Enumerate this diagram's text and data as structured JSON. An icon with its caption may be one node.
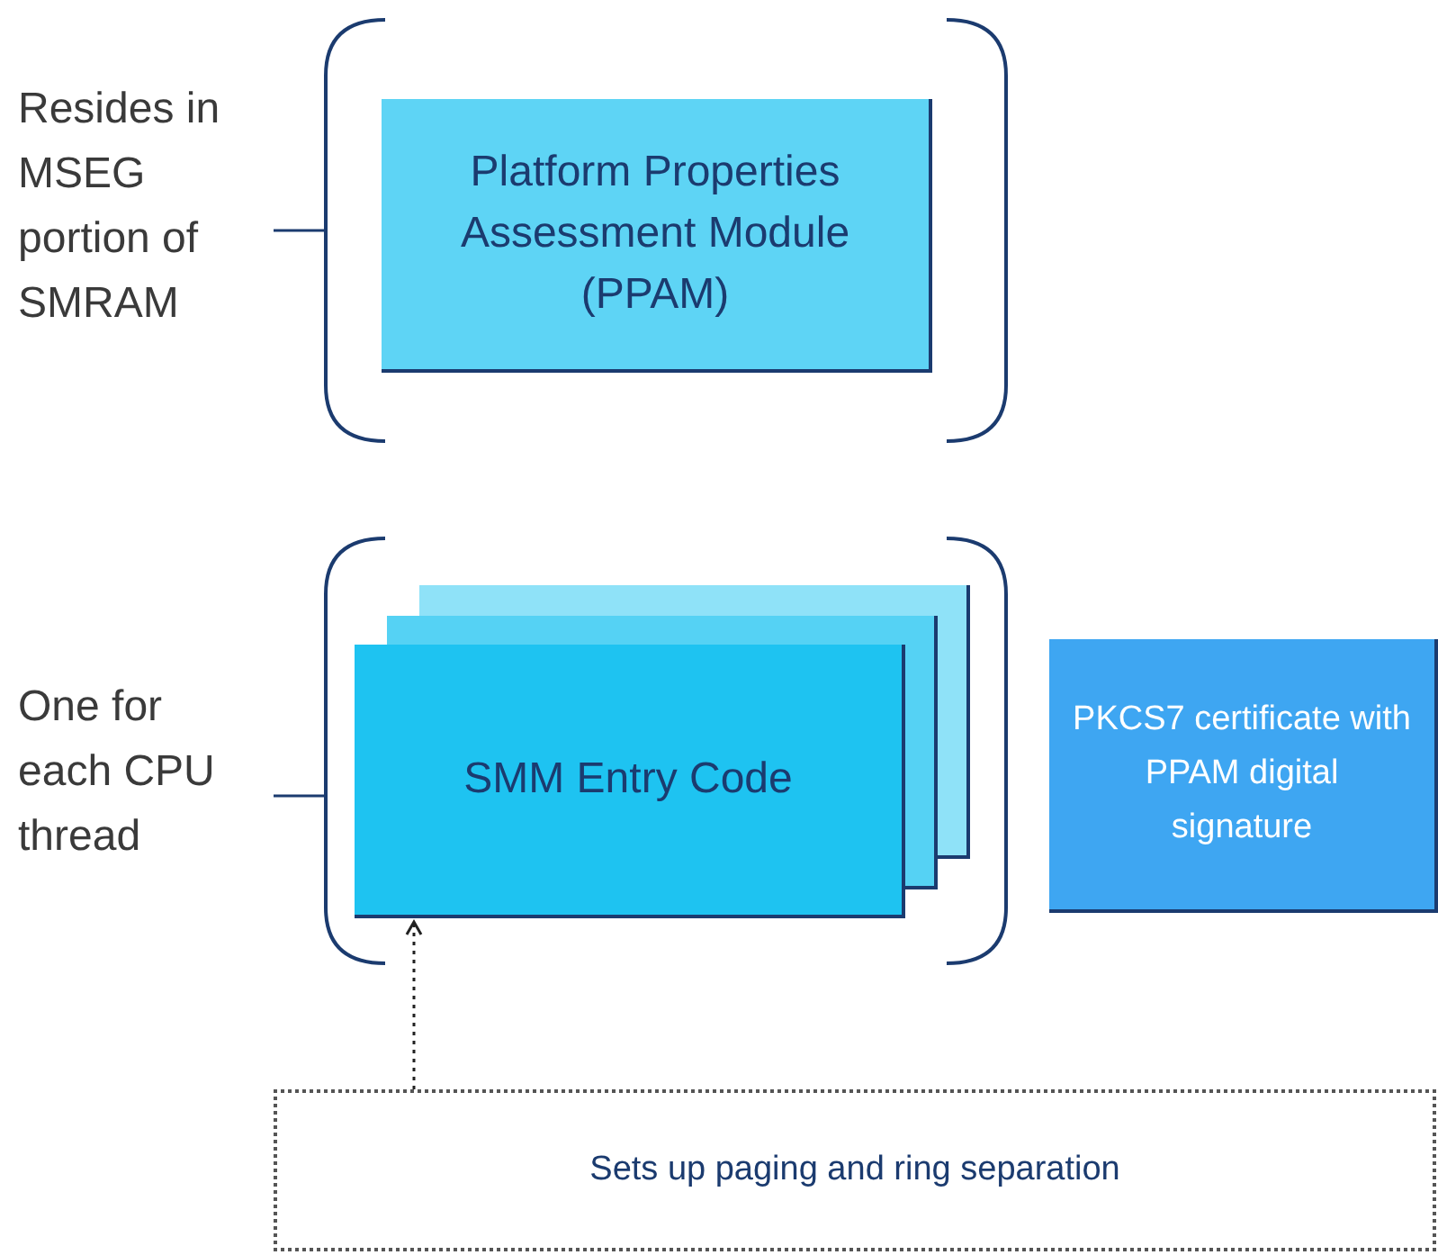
{
  "diagram": {
    "nodes": [
      {
        "text": [
          "Resides in MSEG portion of SMRAM"
        ]
      },
      {
        "text": [],
        "shape": "bracket"
      },
      {
        "text": [
          "Platform Properties Assessment Module (PPAM)"
        ],
        "in": 1
      },
      {
        "text": [
          "One for each CPU thread"
        ]
      },
      {
        "text": [],
        "shape": "bracket"
      },
      {
        "text": [
          "SMM Entry Code"
        ],
        "in": 4
      },
      {
        "text": [
          "PKCS7 certificate with PPAM digital signature"
        ]
      },
      {
        "text": [
          "Sets up paging and ring separation"
        ]
      }
    ],
    "edges": [
      {
        "from": 0,
        "to": 1,
        "arrow": "none"
      },
      {
        "from": 3,
        "to": 4,
        "arrow": "none"
      },
      {
        "from": 7,
        "to": 5,
        "arrow": "to",
        "style": "dashed"
      }
    ]
  }
}
